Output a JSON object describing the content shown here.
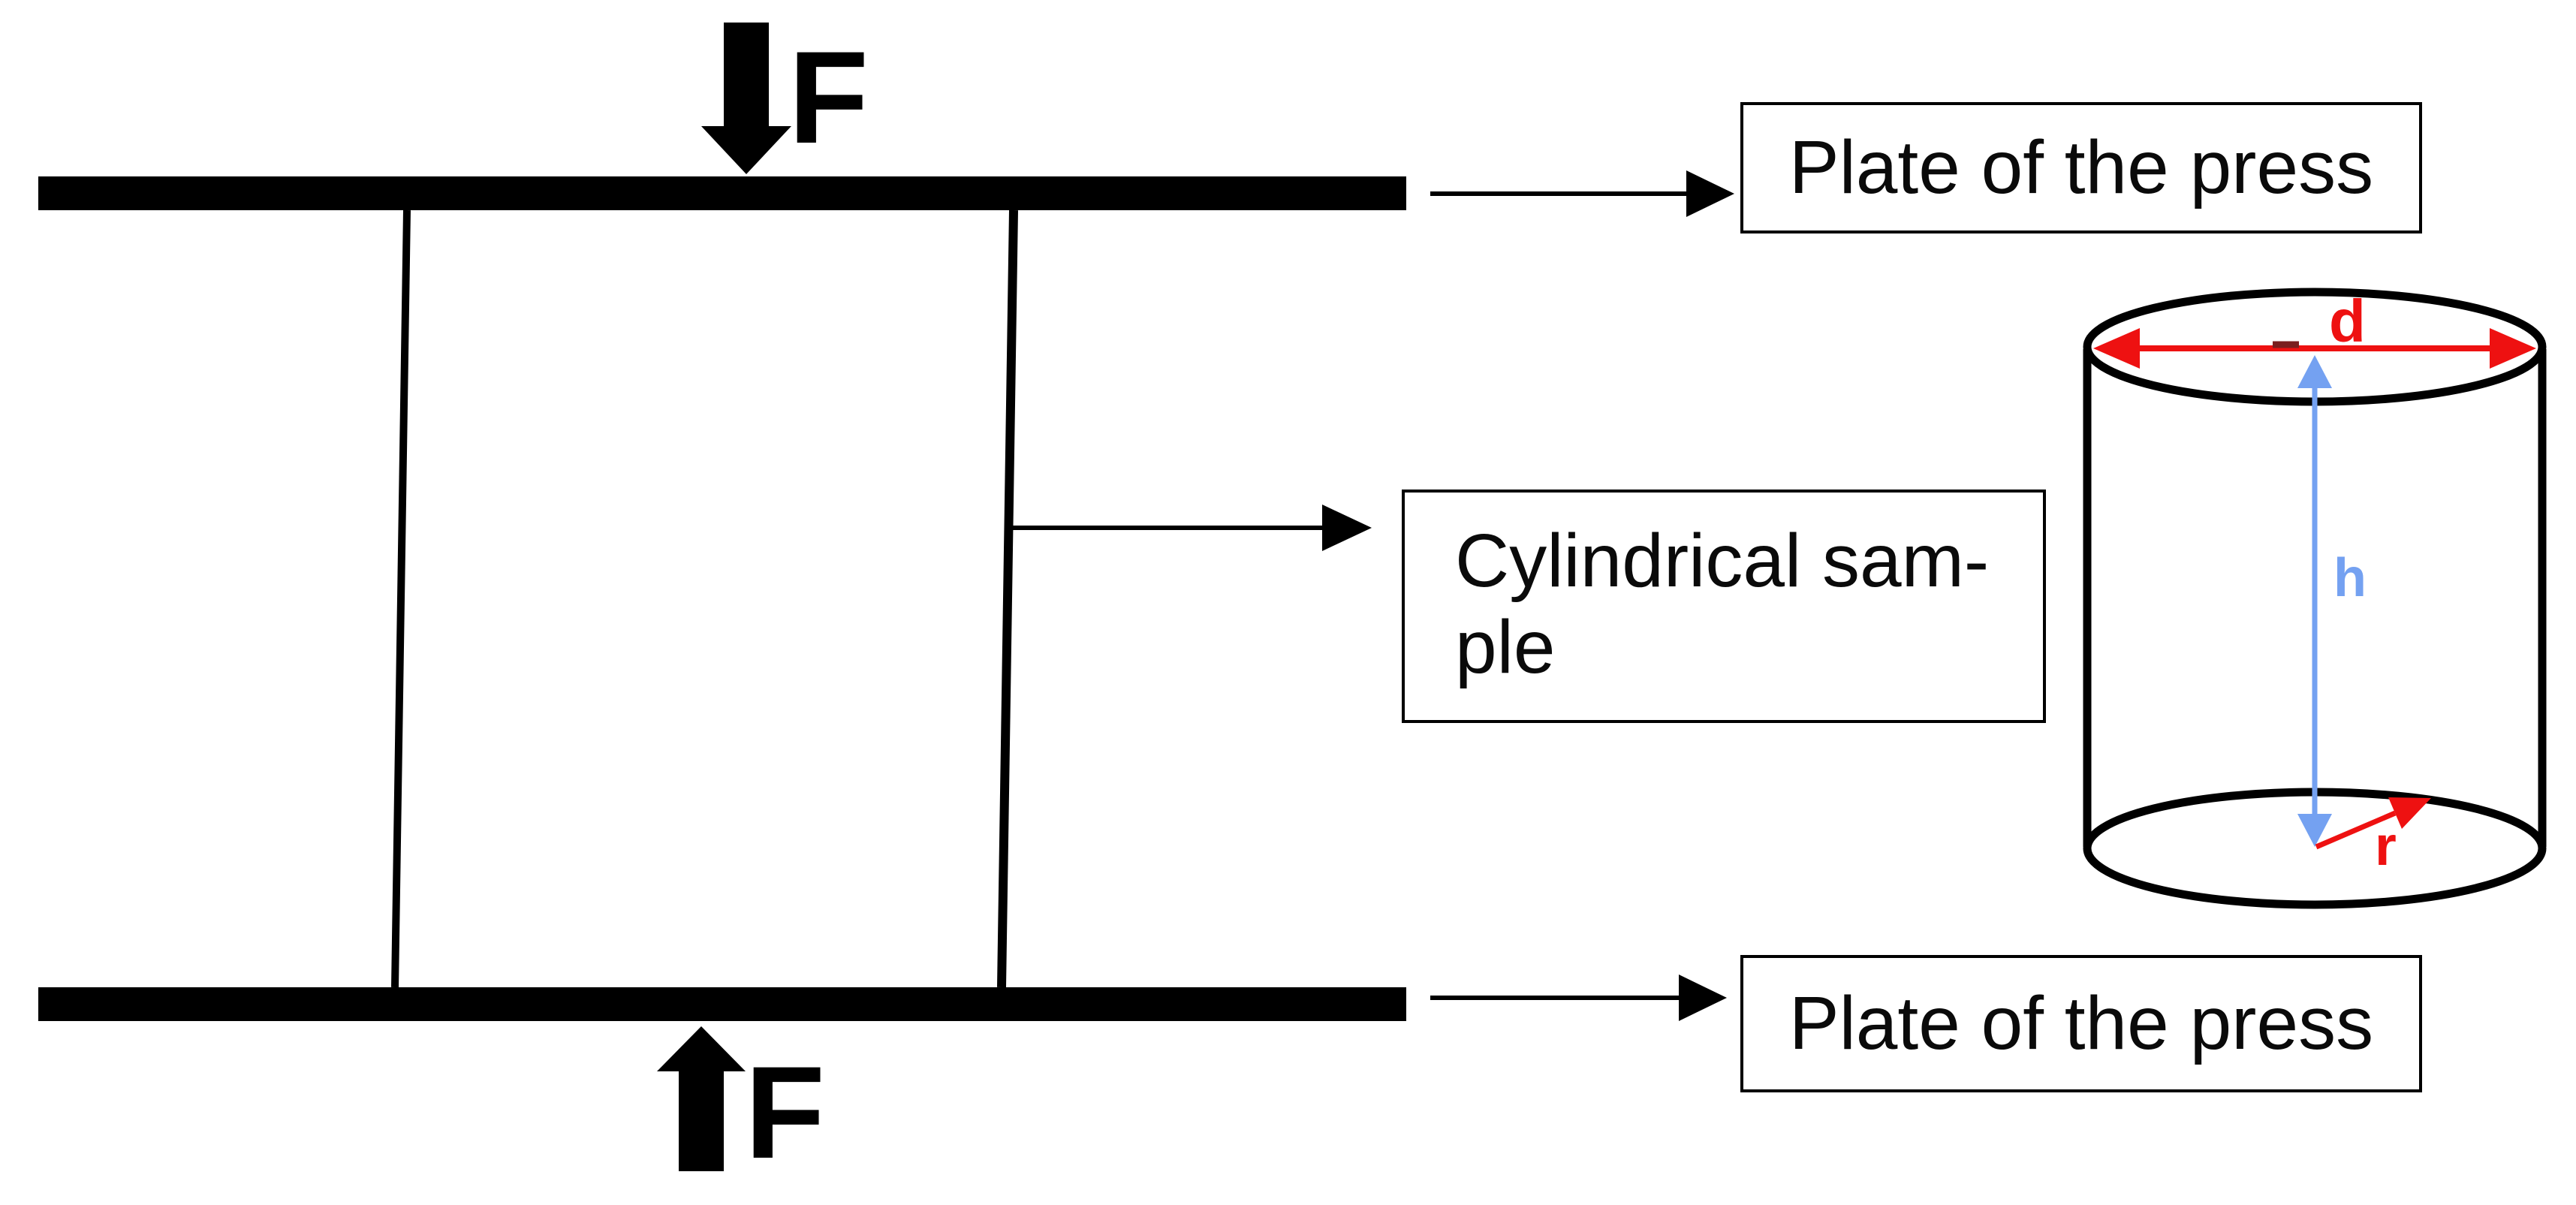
{
  "diagram": {
    "force_top_label": "F",
    "force_bottom_label": "F",
    "plate_top_caption": "Plate of the press",
    "plate_bottom_caption": "Plate of the press",
    "sample_caption_line1": "Cylindrical sam-",
    "sample_caption_line2": "ple",
    "cylinder_diameter_label": "d",
    "cylinder_height_label": "h",
    "cylinder_radius_label": "r"
  },
  "colors": {
    "ink": "#000000",
    "dimension_red": "#ee1111",
    "dimension_red_dark": "#7a1f1f",
    "dimension_blue": "#74a1f1"
  }
}
